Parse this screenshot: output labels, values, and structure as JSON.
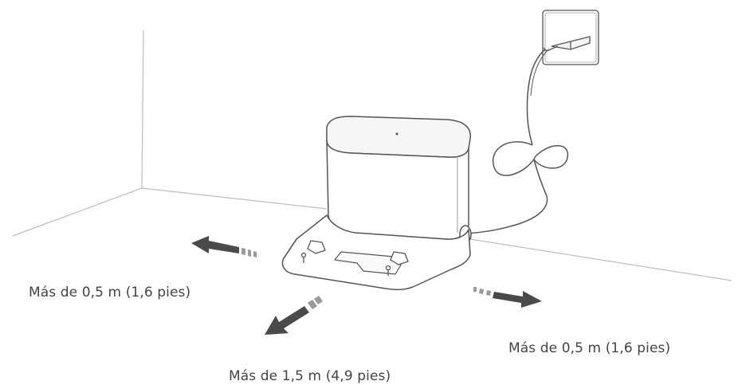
{
  "labels": {
    "left": "Más de 0,5 m (1,6 pies)",
    "right": "Más de 0,5 m (1,6 pies)",
    "front": "Más de 1,5 m (4,9 pies)"
  },
  "colors": {
    "line": "#555555",
    "line_light": "#bdbdbd",
    "arrow_dark": "#4a4a4a",
    "arrow_light": "#9a9a9a",
    "text": "#444444"
  }
}
